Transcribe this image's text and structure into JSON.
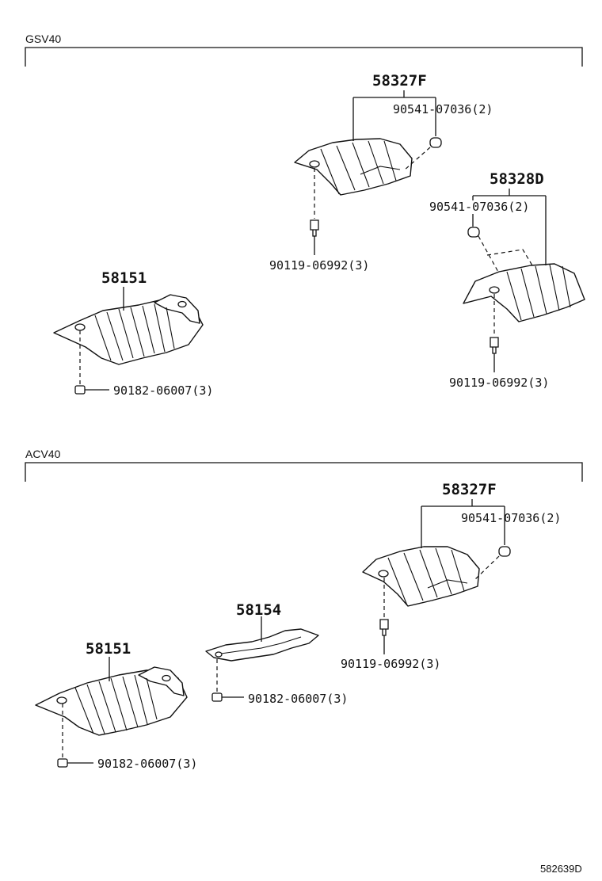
{
  "sections": [
    {
      "id": "gsv40",
      "title": "GSV40",
      "parts": {
        "cover_58151": "58151",
        "nut_58151": "90182-06007(3)",
        "cover_58327F": "58327F",
        "grommet_58327F": "90541-07036(2)",
        "bolt_58327F": "90119-06992(3)",
        "cover_58328D": "58328D",
        "grommet_58328D": "90541-07036(2)",
        "bolt_58328D": "90119-06992(3)"
      }
    },
    {
      "id": "acv40",
      "title": "ACV40",
      "parts": {
        "cover_58151": "58151",
        "nut_58151": "90182-06007(3)",
        "cover_58154": "58154",
        "nut_58154": "90182-06007(3)",
        "cover_58327F": "58327F",
        "grommet_58327F": "90541-07036(2)",
        "bolt_58327F": "90119-06992(3)"
      }
    }
  ],
  "figure_id": "582639D"
}
